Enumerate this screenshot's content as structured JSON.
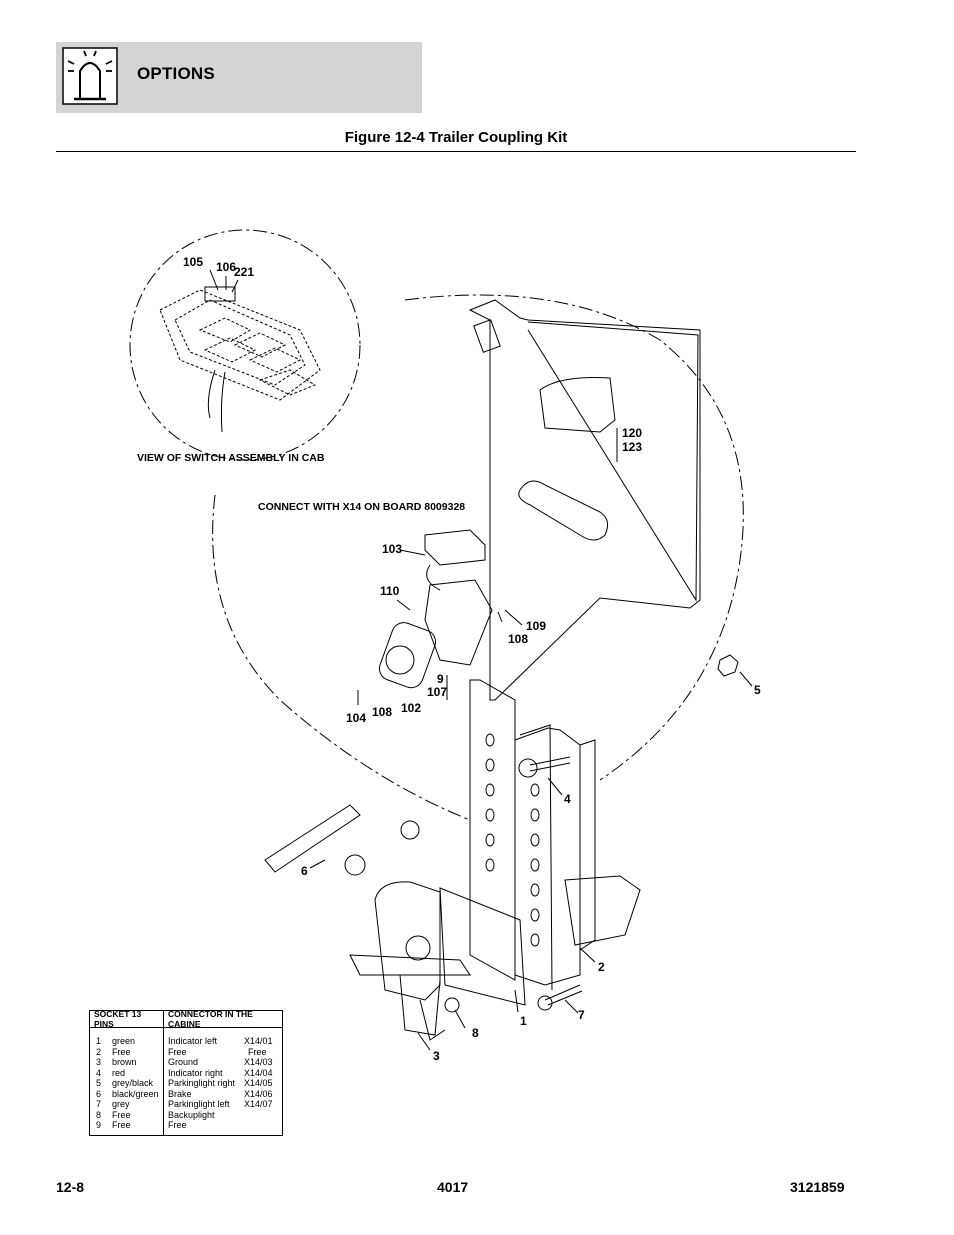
{
  "header": {
    "section_title": "OPTIONS",
    "icon": "beacon-light-icon"
  },
  "figure": {
    "title": "Figure 12-4 Trailer Coupling Kit",
    "caption_switch": "VIEW OF SWITCH ASSEMBLY IN CAB",
    "caption_connect": "CONNECT WITH X14 ON BOARD 8009328",
    "callouts": {
      "c105": "105",
      "c106": "106",
      "c221": "221",
      "c120": "120",
      "c123": "123",
      "c103": "103",
      "c110": "110",
      "c109": "109",
      "c108a": "108",
      "c9": "9",
      "c107": "107",
      "c104": "104",
      "c108b": "108",
      "c102": "102",
      "c5": "5",
      "c4": "4",
      "c6": "6",
      "c2": "2",
      "c1": "1",
      "c7": "7",
      "c8": "8",
      "c3": "3"
    }
  },
  "pin_table": {
    "header_socket": "SOCKET  13 PINS",
    "header_connector": "CONNECTOR IN THE CABINE",
    "rows": [
      {
        "num": "1",
        "color": "green",
        "function": "Indicator left",
        "connector": "X14/01"
      },
      {
        "num": "2",
        "color": "Free",
        "function": "Free",
        "connector": "Free"
      },
      {
        "num": "3",
        "color": "brown",
        "function": "Ground",
        "connector": "X14/03"
      },
      {
        "num": "4",
        "color": "red",
        "function": "Indicator right",
        "connector": "X14/04"
      },
      {
        "num": "5",
        "color": "grey/black",
        "function": "Parkinglight right",
        "connector": "X14/05"
      },
      {
        "num": "6",
        "color": "black/green",
        "function": "Brake",
        "connector": "X14/06"
      },
      {
        "num": "7",
        "color": "grey",
        "function": "Parkinglight left",
        "connector": "X14/07"
      },
      {
        "num": "8",
        "color": "Free",
        "function": "Backuplight",
        "connector": ""
      },
      {
        "num": "9",
        "color": "Free",
        "function": "Free",
        "connector": ""
      }
    ]
  },
  "footer": {
    "page_number": "12-8",
    "model": "4017",
    "manual_number": "3121859"
  }
}
